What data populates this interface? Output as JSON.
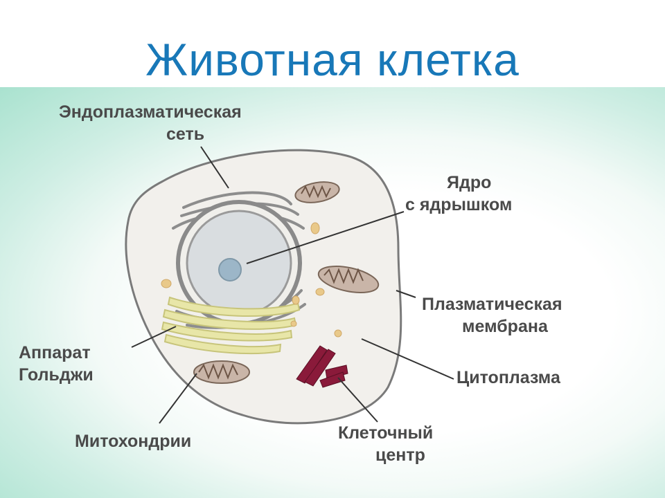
{
  "title": "Животная клетка",
  "labels": {
    "er_line1": "Эндоплазматическая",
    "er_line2": "сеть",
    "nucleus_line1": "Ядро",
    "nucleus_line2": "с ядрышком",
    "membrane_line1": "Плазматическая",
    "membrane_line2": "мембрана",
    "cytoplasm": "Цитоплазма",
    "golgi_line1": "Аппарат",
    "golgi_line2": "Гольджи",
    "mitochondria": "Митохондрии",
    "centrosome_line1": "Клеточный",
    "centrosome_line2": "центр"
  },
  "colors": {
    "title": "#1878b8",
    "label_text": "#4a4a4a",
    "cell_fill": "#f2f0ec",
    "golgi": "#e8e6a8",
    "mitochondria": "#c9b5a8",
    "centrosome": "#8a1a3a",
    "granules": "#e9c98a"
  }
}
